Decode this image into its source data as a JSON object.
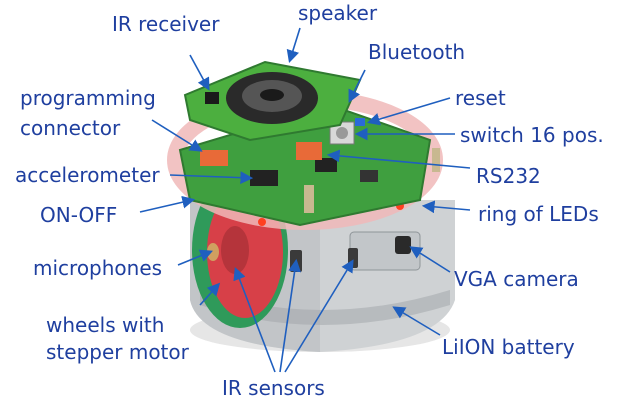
{
  "labels": {
    "ir_receiver": "IR receiver",
    "speaker": "speaker",
    "bluetooth": "Bluetooth",
    "programming_line1": "programming",
    "programming_line2": "connector",
    "reset": "reset",
    "switch": "switch 16 pos.",
    "accelerometer": "accelerometer",
    "rs232": "RS232",
    "on_off": "ON-OFF",
    "ring_of_leds": "ring of LEDs",
    "microphones": "microphones",
    "vga_camera": "VGA camera",
    "wheels_line1": "wheels with",
    "wheels_line2": "stepper motor",
    "lilion_battery": "LiION battery",
    "ir_sensors": "IR sensors"
  },
  "colors": {
    "label_text": "#1f3f9f",
    "arrow": "#1f5fbf",
    "pcb_green": "#3f9f3f",
    "pcb_dark": "#2f7a30",
    "speaker": "#2a2a2a",
    "ring": "#f0b8b8",
    "led": "#ff4020",
    "body": "#cfd2d4",
    "body_shadow": "#9fa4a8",
    "wheel": "#d74048",
    "tire": "#2f9a5a",
    "connector": "#e86a38"
  }
}
